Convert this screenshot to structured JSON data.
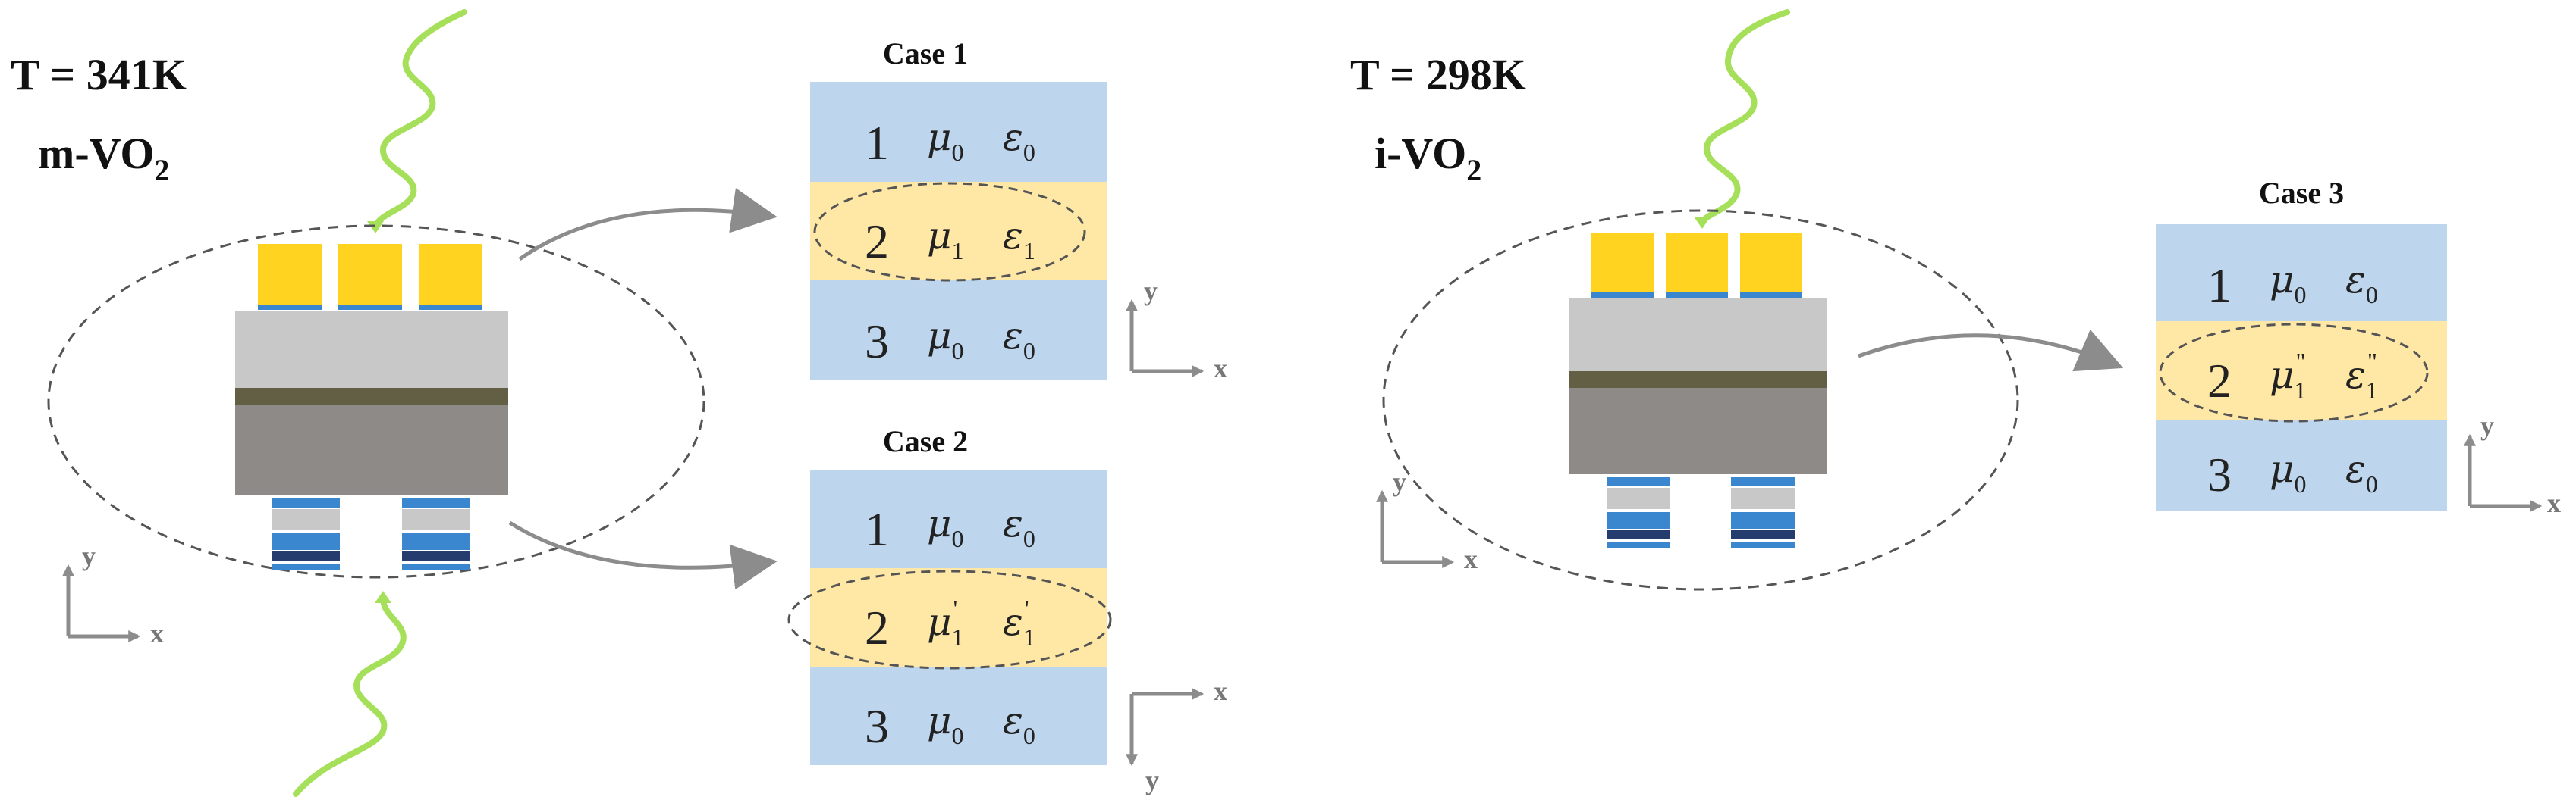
{
  "colors": {
    "gold": "#FFD320",
    "light_blue": "#BDD6EE",
    "light_yellow": "#FFE8A6",
    "light_gray": "#C8C8C8",
    "dark_gray": "#8E8A88",
    "olive": "#635F45",
    "wave_green": "#A6E05A",
    "stripe_blue": "#3A86CF",
    "stripe_navy": "#243C6E",
    "arrow_gray": "#8C8C8C"
  },
  "left": {
    "temperature": "T = 341K",
    "phase_main": "m-VO",
    "phase_sub": "2",
    "axis": {
      "y": "y",
      "x": "x"
    }
  },
  "right": {
    "temperature": "T = 298K",
    "phase_main": "i-VO",
    "phase_sub": "2",
    "axis": {
      "y": "y",
      "x": "x"
    }
  },
  "cases": [
    {
      "title": "Case 1",
      "axis": {
        "y": "y",
        "x": "x"
      },
      "layers": [
        {
          "num": "1",
          "mu": "μ",
          "mu_sub": "0",
          "mu_prime": "",
          "eps": "ε",
          "eps_sub": "0",
          "eps_prime": ""
        },
        {
          "num": "2",
          "mu": "μ",
          "mu_sub": "1",
          "mu_prime": "",
          "eps": "ε",
          "eps_sub": "1",
          "eps_prime": ""
        },
        {
          "num": "3",
          "mu": "μ",
          "mu_sub": "0",
          "mu_prime": "",
          "eps": "ε",
          "eps_sub": "0",
          "eps_prime": ""
        }
      ]
    },
    {
      "title": "Case 2",
      "axis": {
        "y": "y",
        "x": "x"
      },
      "layers": [
        {
          "num": "1",
          "mu": "μ",
          "mu_sub": "0",
          "mu_prime": "",
          "eps": "ε",
          "eps_sub": "0",
          "eps_prime": ""
        },
        {
          "num": "2",
          "mu": "μ",
          "mu_sub": "1",
          "mu_prime": "'",
          "eps": "ε",
          "eps_sub": "1",
          "eps_prime": "'"
        },
        {
          "num": "3",
          "mu": "μ",
          "mu_sub": "0",
          "mu_prime": "",
          "eps": "ε",
          "eps_sub": "0",
          "eps_prime": ""
        }
      ]
    },
    {
      "title": "Case 3",
      "axis": {
        "y": "y",
        "x": "x"
      },
      "layers": [
        {
          "num": "1",
          "mu": "μ",
          "mu_sub": "0",
          "mu_prime": "",
          "eps": "ε",
          "eps_sub": "0",
          "eps_prime": ""
        },
        {
          "num": "2",
          "mu": "μ",
          "mu_sub": "1",
          "mu_prime": "\"",
          "eps": "ε",
          "eps_sub": "1",
          "eps_prime": "\""
        },
        {
          "num": "3",
          "mu": "μ",
          "mu_sub": "0",
          "mu_prime": "",
          "eps": "ε",
          "eps_sub": "0",
          "eps_prime": ""
        }
      ]
    }
  ]
}
